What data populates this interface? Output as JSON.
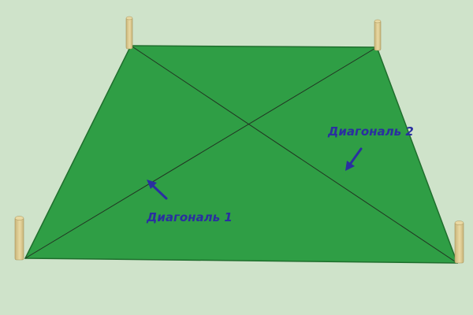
{
  "colors": {
    "background": "#cfe3ca",
    "plot": "#2f9e45",
    "plot_edge": "#1f6e2d",
    "string": "#223322",
    "stake": "#e9d9a3",
    "stake_shade": "#c9b57a",
    "label": "#2a2fa0"
  },
  "diagram": {
    "shape": "trapezoid",
    "stakes_count": 4,
    "labels": {
      "diagonal_1": "Диагональ 1",
      "diagonal_2": "Диагональ 2"
    },
    "arrows": {
      "diagonal_1": "arrow-pointing-up-left",
      "diagonal_2": "arrow-pointing-down-left"
    }
  }
}
